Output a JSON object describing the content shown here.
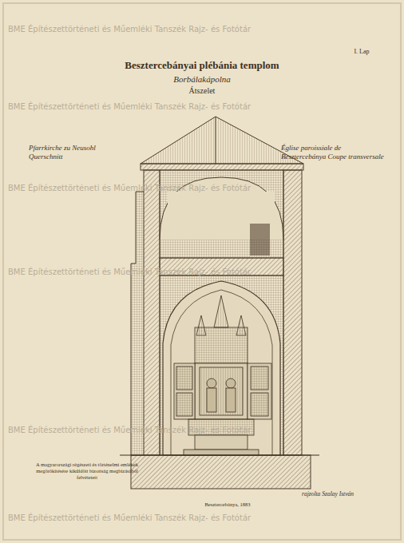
{
  "diagram": {
    "title": "Besztercebányai plébánia templom",
    "labels": [
      "I. Lap",
      "Borbálakápolna",
      "Átszelet",
      "Pfarrkirche zu Neusohl Querschnitt",
      "Église paroissiale de Besztercebánya Coupe transversale",
      "A magyarországi régészeti és történelmi emlékek megörökítésére kiküldött bizottság megbízásából felvétetett",
      "Besztercebánya, 1883",
      "rajzolta Szalay István",
      "BME Építészettörténeti és Műemléki Tanszék Rajz- és Fotótár",
      "BME Építészettörténeti és Műemléki Tanszék Rajz- és Fotótár",
      "BME Építészettörténeti és Műemléki Tanszék Rajz- és Fotótár",
      "BME Építészettörténeti és Műemléki Tanszék Rajz- és Fotótár",
      "BME Építészettörténeti és Műemléki Tanszék Rajz- és Fotótár",
      "BME Építészettörténeti és Műemléki Tanszék Rajz- és Fotótár"
    ]
  }
}
